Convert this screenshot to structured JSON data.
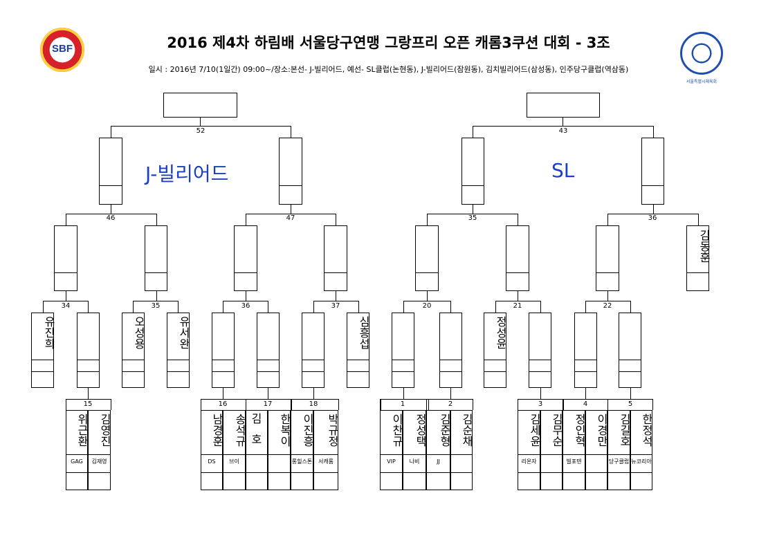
{
  "title": "2016 제4차 하림배 서울당구연맹 그랑프리 오픈 캐롬3쿠션 대회 - 3조",
  "subtitle": "일시 : 2016년 7/10(1일간) 09:00~/장소:본선- J-빌리어드, 예선- SL클럽(논현동), J-빌리어드(잠원동), 김치빌리어드(삼성동), 인주당구클럽(역삼동)",
  "logos": {
    "left": "SBF",
    "right": "서울특별시체육회"
  },
  "venues": {
    "left": "J-빌리어드",
    "right": "SL"
  },
  "match_numbers": {
    "m52": "52",
    "m43": "43",
    "m46": "46",
    "m47": "47",
    "m35r": "35",
    "m36r": "36",
    "m34": "34",
    "m35": "35",
    "m36": "36",
    "m37": "37",
    "m20": "20",
    "m21": "21",
    "m22": "22",
    "m15": "15",
    "m16": "16",
    "m17": "17",
    "m18": "18",
    "m1": "1",
    "m2": "2",
    "m3": "3",
    "m4": "4",
    "m5": "5"
  },
  "seeded": {
    "kim_donghun": "김동훈",
    "yu_jinhui": "유진희",
    "o_seongyong": "오성용",
    "yu_seowan": "유서완",
    "sim_heungseop": "심흥섭",
    "jeong_seongyun": "정성윤"
  },
  "first_round": [
    {
      "name": "위근환",
      "club": "GAG"
    },
    {
      "name": "김영진",
      "club": "김재영"
    },
    {
      "name": "남경훈",
      "club": "DS"
    },
    {
      "name": "송석규",
      "club": "브이"
    },
    {
      "name": "김호",
      "name_top": "김",
      "name_bottom": "호",
      "club": ""
    },
    {
      "name": "한복이",
      "club": ""
    },
    {
      "name": "이진흥",
      "club": "롱힐스톤"
    },
    {
      "name": "박규정",
      "club": "서캐롬"
    },
    {
      "name": "이찬규",
      "club": "VIP"
    },
    {
      "name": "정성택",
      "club": "나비"
    },
    {
      "name": "김준형",
      "club": "JJ"
    },
    {
      "name": "김순채",
      "club": ""
    },
    {
      "name": "김세윤",
      "club": "리온자"
    },
    {
      "name": "김무순",
      "club": ""
    },
    {
      "name": "정인혁",
      "club": "빌포텐"
    },
    {
      "name": "이경만",
      "club": ""
    },
    {
      "name": "김길호",
      "club": "당구클럽"
    },
    {
      "name": "한정석",
      "club": "뉴코리아"
    }
  ],
  "colors": {
    "venue_text": "#1a3fc6",
    "logo_left_red": "#d6202a",
    "logo_right_blue": "#1e4fb0"
  }
}
